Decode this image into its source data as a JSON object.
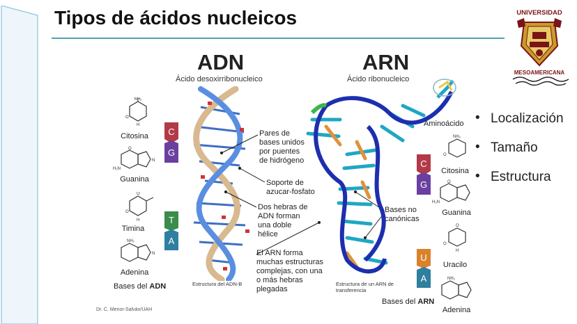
{
  "slide": {
    "title": "Tipos de ácidos nucleicos",
    "credit": "Dr. C. Menor-Salván/UAH"
  },
  "logo": {
    "top_text": "UNIVERSIDAD",
    "bottom_text": "MESOAMERICANA"
  },
  "dna": {
    "heading": "ADN",
    "subheading": "Ácido desoxirribonucleico",
    "caption": [
      "Estructura del ADN-B"
    ],
    "bases": [
      {
        "name": "Citosina",
        "code": "C",
        "color": "#b23a48"
      },
      {
        "name": "Guanina",
        "code": "G",
        "color": "#6b3fa0"
      },
      {
        "name": "Timina",
        "code": "T",
        "color": "#3a8c4a"
      },
      {
        "name": "Adenina",
        "code": "A",
        "color": "#2e7fa0"
      }
    ],
    "bases_title_prefix": "Bases del ",
    "bases_title_bold": "ADN"
  },
  "rna": {
    "heading": "ARN",
    "subheading": "Ácido ribonucleico",
    "caption": [
      "Estructura de un ARN de",
      "transferencia"
    ],
    "aminoacid_label": "Aminoácido",
    "bases": [
      {
        "name": "Citosina",
        "code": "C",
        "color": "#b23a48"
      },
      {
        "name": "Guanina",
        "code": "G",
        "color": "#6b3fa0"
      },
      {
        "name": "Uracilo",
        "code": "U",
        "color": "#d9822b"
      },
      {
        "name": "Adenina",
        "code": "A",
        "color": "#2e7fa0"
      }
    ],
    "bases_title_prefix": "Bases del ",
    "bases_title_bold": "ARN"
  },
  "annotations": {
    "pairs": [
      "Pares de",
      "bases unidos",
      "por puentes",
      "de hidrógeno"
    ],
    "backbone": [
      "Soporte de",
      "azucar-fosfato"
    ],
    "two_strands": [
      "Dos hebras de",
      "ADN forman",
      "una doble",
      "hélice"
    ],
    "rna_forms": [
      "El ARN forma",
      "muchas estructuras",
      "complejas, con una",
      "o más hebras",
      "plegadas"
    ],
    "non_canonical": [
      "Bases no",
      "canónicas"
    ]
  },
  "bullets": [
    "Localización",
    "Tamaño",
    "Estructura"
  ]
}
